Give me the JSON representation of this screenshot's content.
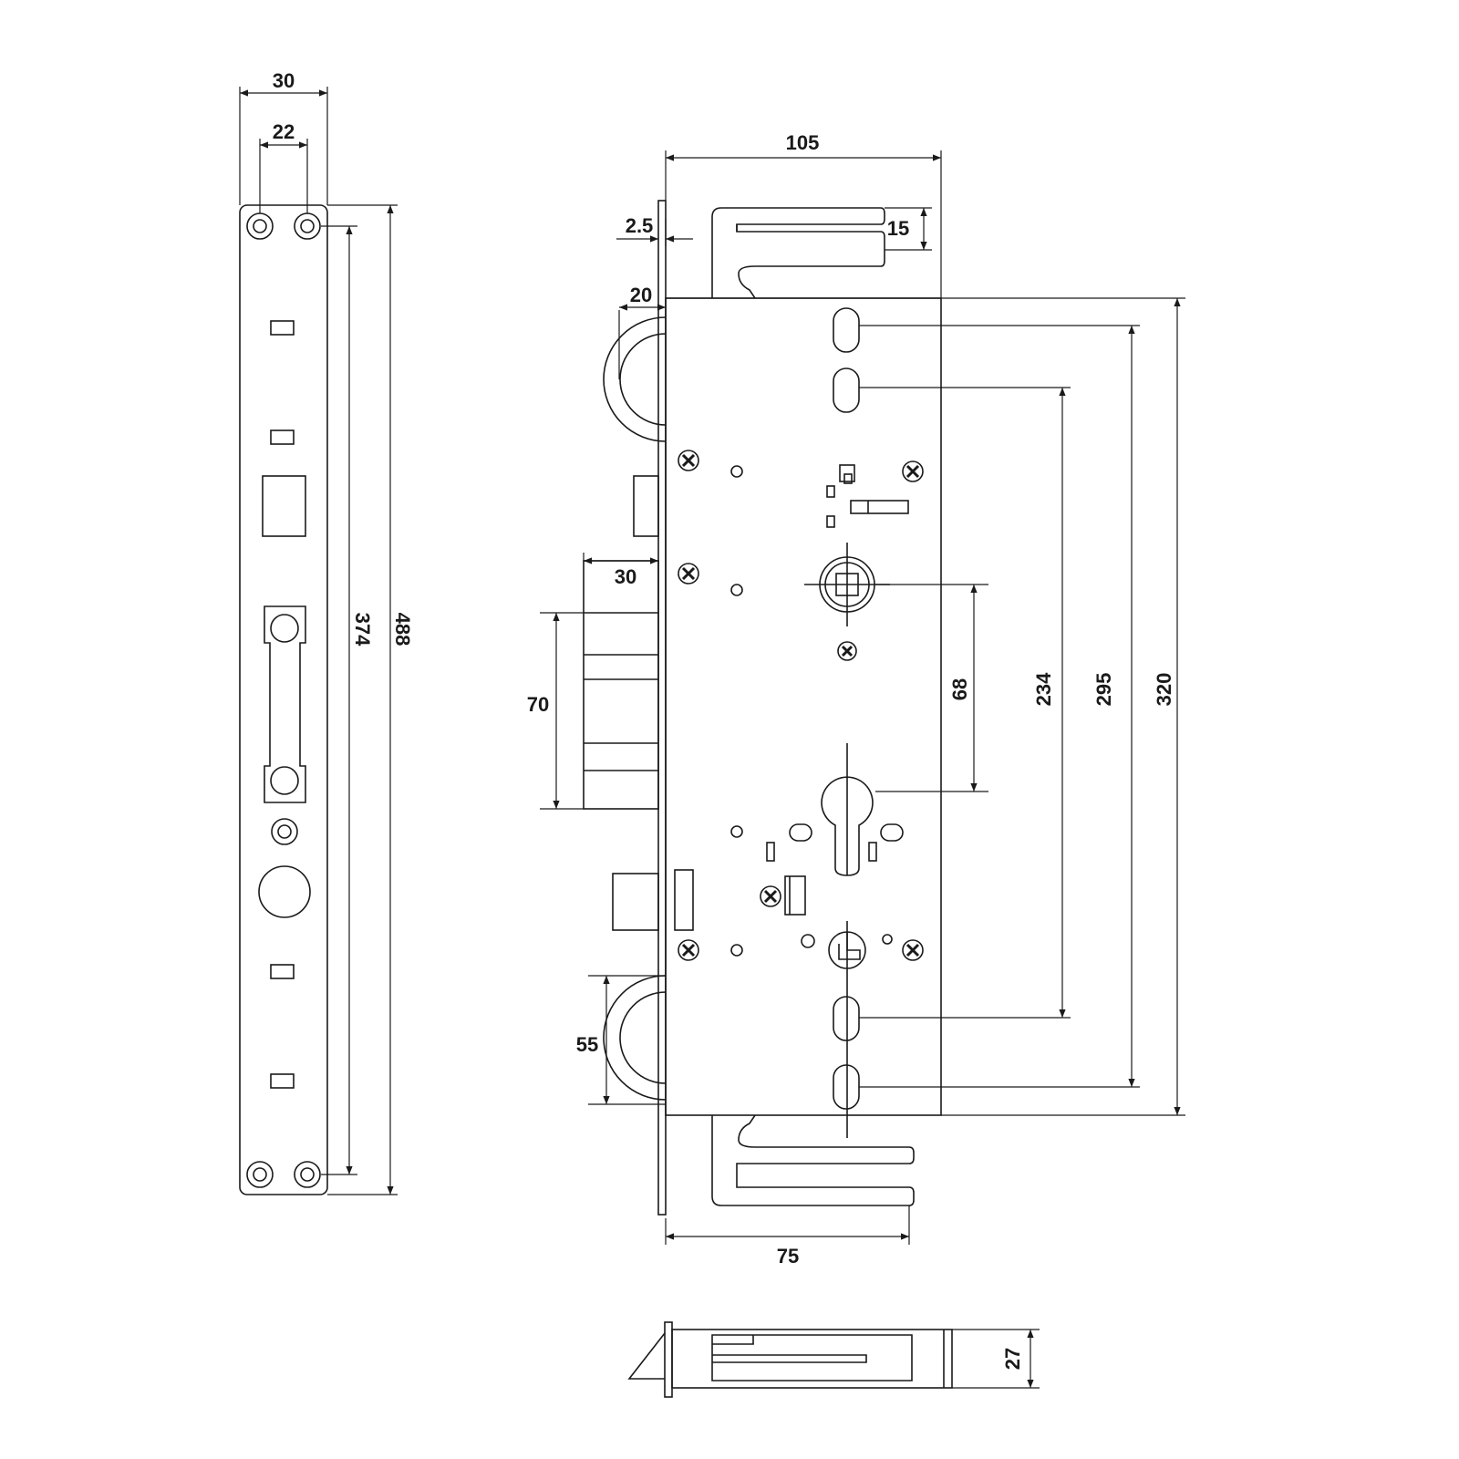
{
  "drawing": {
    "stroke_color": "#1a1a1a",
    "background": "#ffffff",
    "views": [
      "faceplate-front-view",
      "lock-body-side-view",
      "lock-body-bottom-view"
    ]
  },
  "faceplate": {
    "width_outer": "30",
    "width_hole_spacing": "22",
    "length_hole_spacing": "374",
    "length_total": "488"
  },
  "lock_body": {
    "width_total": "105",
    "faceplate_thickness": "2.5",
    "hook_bolt_height": "15",
    "hook_bolt_projection": "20",
    "latch_projection": "30",
    "deadbolt_height": "70",
    "backset_handle_to_cylinder": "68",
    "fixing_234": "234",
    "fixing_295": "295",
    "case_height": "320",
    "lower_hook_height": "55",
    "case_depth": "75"
  },
  "bottom_view": {
    "thickness": "27"
  }
}
